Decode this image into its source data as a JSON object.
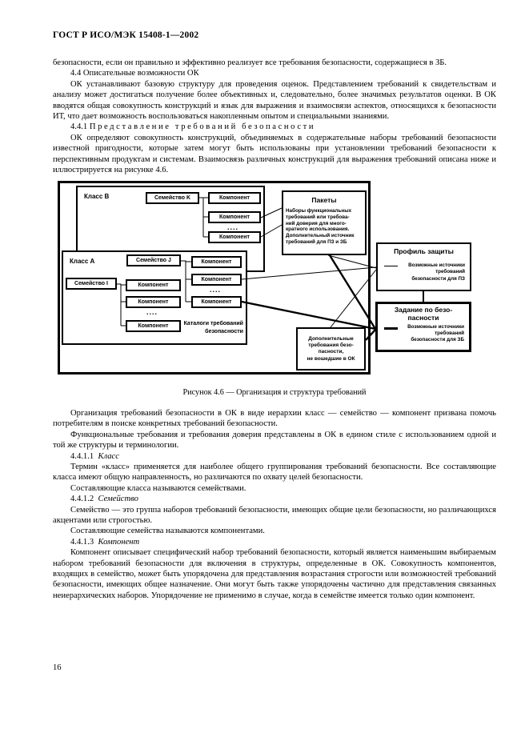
{
  "page": {
    "header": "ГОСТ Р ИСО/МЭК 15408-1—2002",
    "page_number": "16"
  },
  "content": {
    "para_continuation": "безопасности, если он правильно и эффективно реализует все требования безопасности, содержащиеся в ЗБ.",
    "heading_44": "4.4  Описательные возможности ОК",
    "para_44": "ОК устанавливают базовую структуру для проведения оценок. Представлением требований к свидетельствам и анализу может достигаться получение более объективных и, следовательно, более значимых результатов оценки. В ОК вводятся общая совокупность конструкций и язык для выражения и взаимосвязи аспектов, относящихся к безопасности ИТ, что дает возможность воспользоваться накопленным опытом и специальными знаниями.",
    "heading_441_num": "4.4.1",
    "heading_441_title": "Представление требований безопасности",
    "para_441": "ОК определяют совокупность конструкций, объединяемых в содержательные наборы требований безопасности известной пригодности, которые затем могут быть использованы при установлении требований безопасности к перспективным продуктам и системам. Взаимосвязь различных конструкций для выражения требований описана ниже и иллюстрируется на рисунке 4.6.",
    "figure_caption": "Рисунок 4.6 — Организация и структура требований",
    "para_org": "Организация требований безопасности в ОК в виде иерархии класс — семейство — компонент призвана помочь потребителям в поиске конкретных требований безопасности.",
    "para_func": "Функциональные требования и требования доверия представлены в ОК в едином стиле с использованием одной и той же структуры и терминологии.",
    "heading_4411_num": "4.4.1.1",
    "heading_4411_title": "Класс",
    "para_class": "Термин «класс» применяется для наиболее общего группирования требований безопасности. Все составляющие класса имеют общую направленность, но различаются по охвату целей безопасности.",
    "para_class2": "Составляющие класса называются семействами.",
    "heading_4412_num": "4.4.1.2",
    "heading_4412_title": "Семейство",
    "para_family": "Семейство — это группа наборов требований безопасности, имеющих общие цели безопасности, но различающихся акцентами или строгостью.",
    "para_family2": "Составляющие семейства называются компонентами.",
    "heading_4413_num": "4.4.1.3",
    "heading_4413_title": "Компонент",
    "para_component": "Компонент описывает специфический набор требований безопасности, который является наименьшим выбираемым набором требований безопасности для включения в структуры, определенные в ОК. Совокупность компонентов, входящих в семейство, может быть упорядочена для представления возрастания строгости или возможностей требований безопасности, имеющих общее назначение. Они могут быть также упорядочены частично для представления связанных неиерархических наборов. Упорядочение не применимо в случае, когда в семействе имеется только один компонент."
  },
  "figure": {
    "component_label": "Компонент",
    "ellipsis": "....",
    "class_b_label": "Класс B",
    "family_k_label": "Семейство K",
    "class_a_label": "Класс A",
    "family_j_label": "Семейство J",
    "family_i_label": "Семейство I",
    "catalog_label": "Каталоги требований\nбезопасности",
    "packages_title": "Пакеты",
    "packages_body": "Наборы функциональных\nтребований или требова-\nний доверия для много-\nкратного использования.\nДополнительный источник\nтребований для ПЗ и ЗБ",
    "pp_title": "Профиль защиты",
    "pp_legend": "Возможные источники\nтребований\nбезопасности для ПЗ",
    "st_title": "Задание по безо-\nпасности",
    "st_legend": "Возможные источники\nтребований\nбезопасности для ЗБ",
    "extra_body": "Дополнительные\nтребования безо-\nпасности,\nне вошедшие в ОК",
    "line_color": "#000000"
  }
}
